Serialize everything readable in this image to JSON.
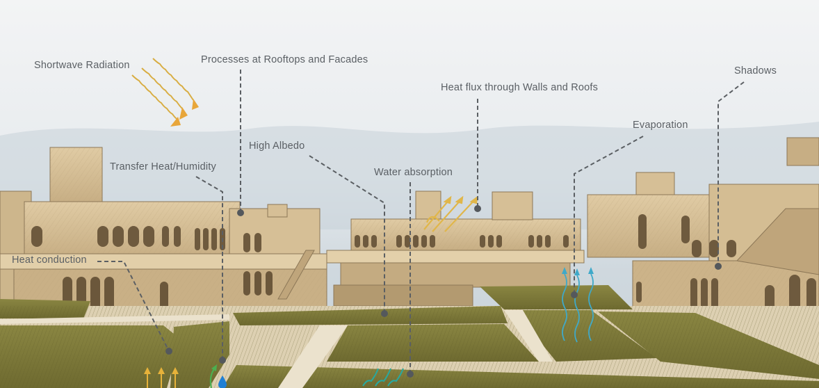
{
  "labels": {
    "shortwave": "Shortwave Radiation",
    "processes": "Processes at Rooftops and Facades",
    "heat_flux": "Heat flux through Walls and Roofs",
    "shadows": "Shadows",
    "evaporation": "Evaporation",
    "high_albedo": "High Albedo",
    "transfer": "Transfer Heat/Humidity",
    "water_absorption": "Water absorption",
    "heat_conduction": "Heat conduction"
  },
  "icons": {
    "sun_rays": "wavy-arrow-icon",
    "reflected_rays": "reflected-arrow-icon",
    "evaporation": "wavy-up-arrow-icon",
    "water_drop": "water-drop-icon",
    "heat_up": "up-arrow-icon",
    "water_waves": "wave-icon"
  },
  "colors": {
    "sky": "#e6ebef",
    "building": "#d9c39a",
    "building_shade": "#a8916a",
    "grass": "#7d7a3c",
    "paving": "#ece3cf",
    "leader": "#5b5f63",
    "solar": "#e0b64a",
    "water": "#3fa9c9"
  }
}
